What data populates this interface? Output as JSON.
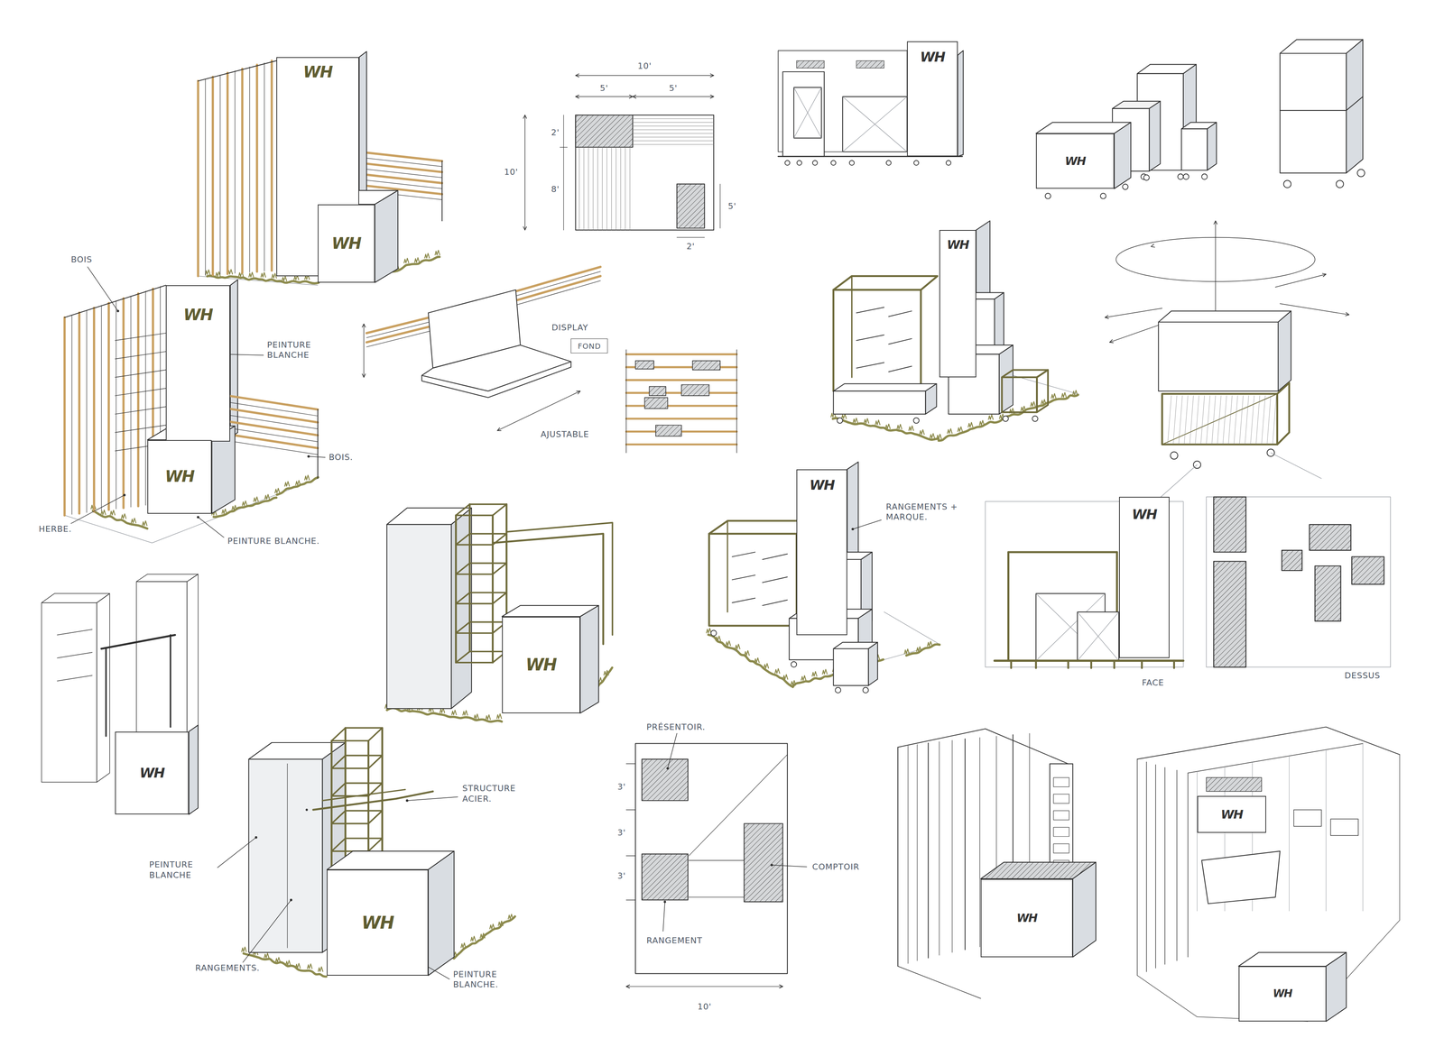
{
  "diagram": {
    "nodes": [
      {
        "text": [
          "WH"
        ]
      },
      {
        "text": [
          "WH"
        ]
      },
      {
        "text": [
          "WH"
        ]
      },
      {
        "text": [
          "WH"
        ]
      },
      {
        "text": [
          "WH"
        ]
      },
      {
        "text": [
          "WH"
        ]
      },
      {
        "text": [
          "WH"
        ]
      },
      {
        "text": [
          "FOND"
        ]
      },
      {
        "text": [
          "WH"
        ]
      },
      {
        "text": [
          "WH"
        ]
      },
      {
        "text": [
          "WH"
        ]
      },
      {
        "text": [
          "WH"
        ]
      },
      {
        "text": [
          "WH"
        ]
      },
      {
        "text": [
          "WH"
        ]
      },
      {
        "text": [
          "WH"
        ]
      },
      {
        "text": [
          "WH"
        ]
      }
    ],
    "labels": [
      "BOIS",
      "PEINTURE BLANCHE",
      "BOIS.",
      "HERBE.",
      "PEINTURE BLANCHE.",
      "10'",
      "5'",
      "5'",
      "10'",
      "2'",
      "8'",
      "5'",
      "2'",
      "DISPLAY",
      "AJUSTABLE",
      "RANGEMENTS + MARQUE.",
      "FACE",
      "DESSUS",
      "STRUCTURE ACIER.",
      "PEINTURE BLANCHE",
      "RANGEMENTS.",
      "PEINTURE BLANCHE.",
      "PRÉSENTOIR.",
      "3'",
      "3'",
      "3'",
      "COMPTOIR",
      "RANGEMENT",
      "10'"
    ]
  }
}
